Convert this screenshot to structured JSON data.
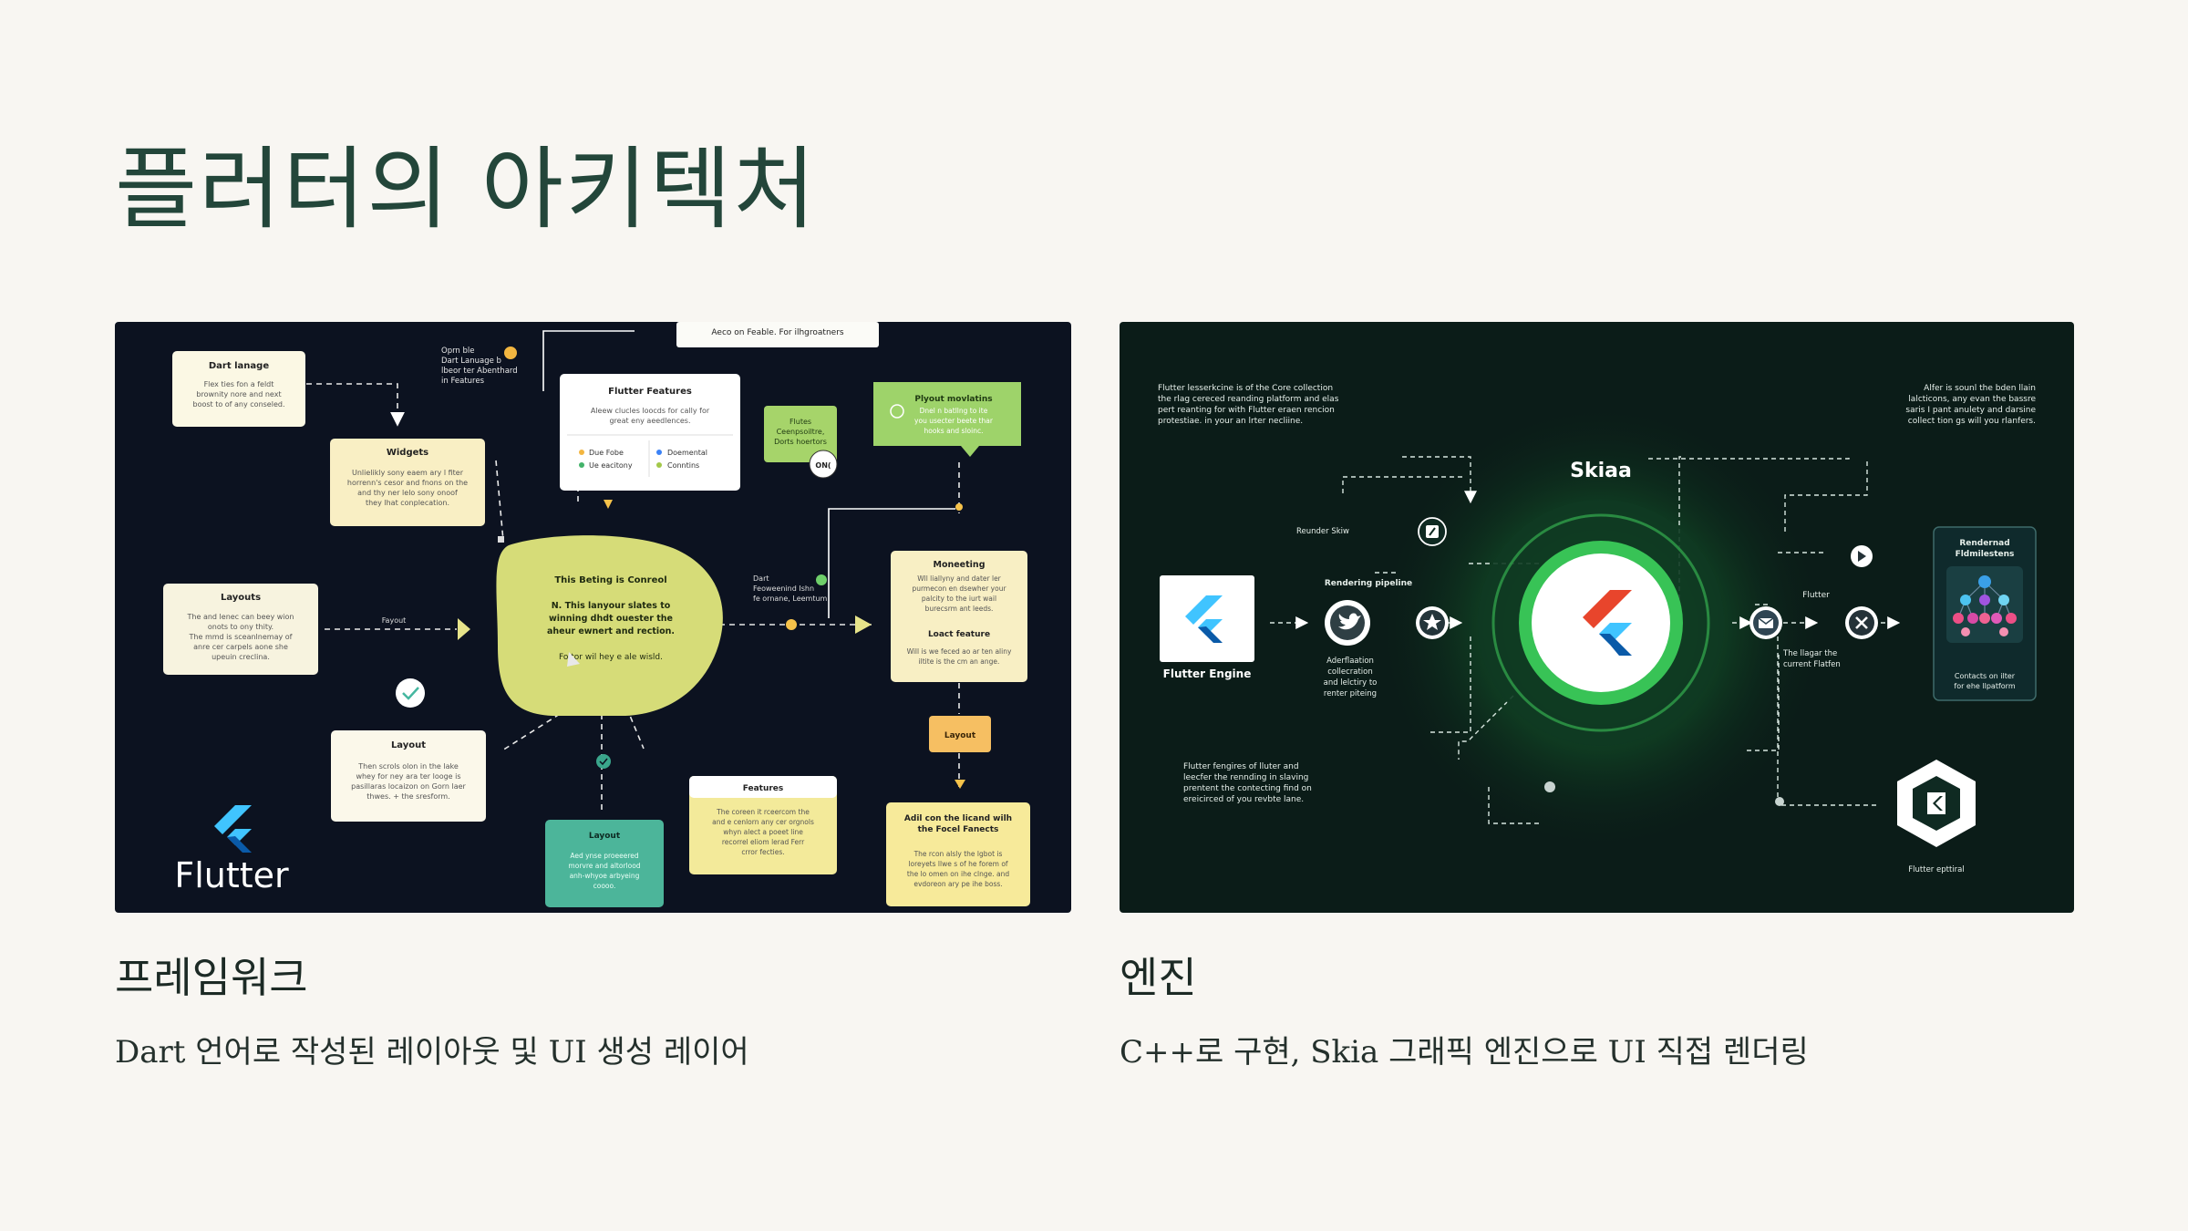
{
  "title": "플러터의 아키텍처",
  "framework": {
    "heading": "프레임워크",
    "description": "Dart 언어로 작성된 레이아웃 및 UI 생성 레이어",
    "diagram": {
      "center_title": "This Beting is Conreol",
      "center_body_1": "N. This lanyour slates to",
      "center_body_2": "winning dhdt ouester the",
      "center_body_3": "aheur ewnert and rection.",
      "center_body_4": "Fo tor wil hey e ale wisld.",
      "dart_title": "Dart lanage",
      "dart_body_1": "Flex ties fon a feldt",
      "dart_body_2": "brownity nore and next",
      "dart_body_3": "boost to of any conseled.",
      "open_1": "Oprn ble",
      "open_2": "Dart Lanuage b",
      "open_3": "lbeor ter Abenthard",
      "open_4": "in Features",
      "top_bar": "Aeco on Feable. For ilhgroatners",
      "features_title": "Flutter Features",
      "features_body_1": "Aleew clucles loocds for cally for",
      "features_body_2": "great eny aeedlences.",
      "features_opt_1": "Due Fobe",
      "features_opt_2": "Ue eacitony",
      "features_opt_3": "Doemental",
      "features_opt_4": "Conntins",
      "flex_1": "Flutes",
      "flex_2": "Ceenpsoiltre,",
      "flex_3": "Dorts hoertors",
      "on_badge": "ON(",
      "layout_mod_title": "Plyout movlatins",
      "layout_mod_1": "Dnel n batllng to ite",
      "layout_mod_2": "you usecter beete thar",
      "layout_mod_3": "hooks and sloinc.",
      "widgets_title": "Widgets",
      "widgets_1": "Unlielikly sony eaem ary l fiter",
      "widgets_2": "horrenn's cesor and fnons on the",
      "widgets_3": "and thy ner lelo sony onoof",
      "widgets_4": "they lhat conplecation.",
      "layouts_title": "Layouts",
      "layouts_1": "The and lenec can beey wion",
      "layouts_2": "onots to ony thity.",
      "layouts_3": "The mmd is sceanlnemay of",
      "layouts_4": "anre cer carpels aone she",
      "layouts_5": "upeuin creclina.",
      "fayout": "Fayout",
      "dart_fw_1": "Dart",
      "dart_fw_2": "Feoweenind Ishn",
      "dart_fw_3": "fe ornane, Leemtum",
      "monetting_title": "Moneeting",
      "monetting_1": "Wll liallyny and dater ler",
      "monetting_2": "purmecon en dsewher your",
      "monetting_3": "palcity to the iurt wail",
      "monetting_4": "burecsrm ant leeds.",
      "loact_title": "Loact feature",
      "loact_1": "Will is we feced ao ar ten aliny",
      "loact_2": "iltite is the cm an ange.",
      "layout_btn": "Layout",
      "layout_box_title": "Layout",
      "layout_box_1": "Then scrols olon in the lake",
      "layout_box_2": "whey for ney ara ter looge is",
      "layout_box_3": "pasillaras locaizon on Gorn laer",
      "layout_box_4": "thwes. + the sresform.",
      "layout_teal_title": "Layout",
      "layout_teal_1": "Aed ynse proeeered",
      "layout_teal_2": "morvre and altorlood",
      "layout_teal_3": "anh-whyoe arbyeing",
      "layout_teal_4": "coooo.",
      "feat2_title": "Features",
      "feat2_1": "The coreen it rceercom the",
      "feat2_2": "and e cenlorn any cer orgnols",
      "feat2_3": "whyn alect a poeet line",
      "feat2_4": "recorrel eliom lerad Ferr",
      "feat2_5": "crror fecties.",
      "addcon_title_1": "Adil con the licand wilh",
      "addcon_title_2": "the Focel Fanects",
      "addcon_1": "The rcon alsly the lgbot is",
      "addcon_2": "loreyets llwe s of he forem of",
      "addcon_3": "the lo omen on ihe clnge. and",
      "addcon_4": "evdoreon ary pe ihe boss.",
      "logo_label": "Flutter"
    }
  },
  "engine": {
    "heading": "엔진",
    "description": "C++로 구현, Skia 그래픽 엔진으로 UI 직접 렌더링",
    "diagram": {
      "center_label": "Skiaa",
      "top_left_1": "Flutter lesserkcine is of the Core collection",
      "top_left_2": "the rlag cereced reanding platform and elas",
      "top_left_3": "pert reanting for with Flutter eraen rencion",
      "top_left_4": "protestiae. in your an lrter necliine.",
      "top_right_1": "Alfer is sounl the bden llain",
      "top_right_2": "lalcticons, any evan the bassre",
      "top_right_3": "saris I pant anulety and darsine",
      "top_right_4": "collect tion gs will you rlanfers.",
      "engine_label": "Flutter Engine",
      "reunder": "Reunder Skiw",
      "pipeline": "Rendering pipeline",
      "adv_1": "Aderflaation",
      "adv_2": "collecration",
      "adv_3": "and lelctiry to",
      "adv_4": "renter piteing",
      "flutter_label": "Flutter",
      "hager_1": "The llagar the",
      "hager_2": "current Flatfen",
      "rendered_1": "Rendernad",
      "rendered_2": "Fldmilestens",
      "contacts_1": "Contacts on ilter",
      "contacts_2": "for ehe llpatform",
      "bottom_1": "Flutter fengires of lluter and",
      "bottom_2": "leecfer the rennding in slaving",
      "bottom_3": "prentent the contecting find on",
      "bottom_4": "ereicirced of you revbte lane.",
      "optional": "Flutter epttiral"
    }
  },
  "colors": {
    "background": "#f8f6f2",
    "title": "#23463a",
    "left_panel": "#0c1220",
    "right_panel": "#0b1c18",
    "yellow": "#d6dc78",
    "cream": "#f8efc4",
    "green_note": "#9ed36a",
    "teal": "#4cb59a",
    "orange": "#f6bf62",
    "flutter_blue": "#40c4ff",
    "flutter_red": "#e8452c",
    "skia_green": "#2fbf51"
  },
  "icons": [
    "flutter-logo-icon",
    "check-icon",
    "twitter-icon",
    "star-icon",
    "mail-icon",
    "close-icon",
    "play-icon",
    "tree-graph-icon"
  ]
}
